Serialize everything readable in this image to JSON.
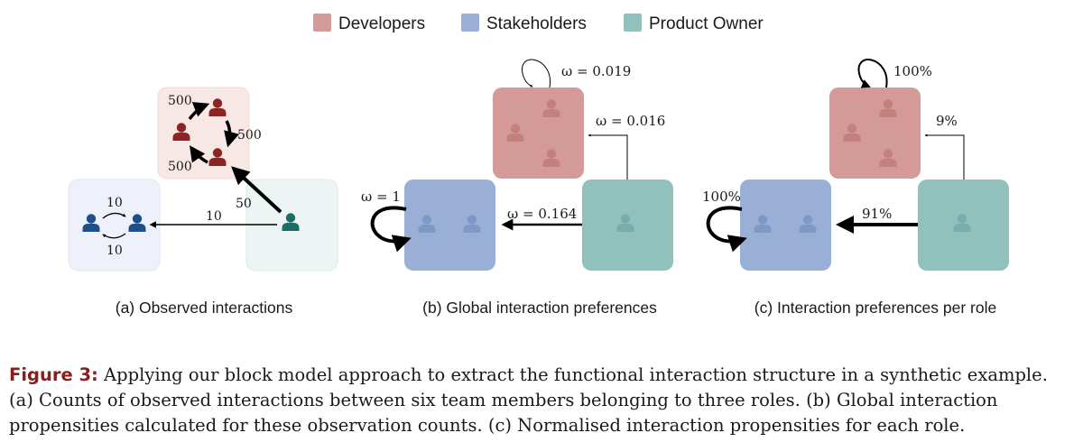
{
  "legend": [
    {
      "label": "Developers",
      "color": "#d49a97"
    },
    {
      "label": "Stakeholders",
      "color": "#9aafd6"
    },
    {
      "label": "Product Owner",
      "color": "#91c1bd"
    }
  ],
  "colors": {
    "dev_person": "#8e2323",
    "stake_person": "#1f4e8c",
    "po_person": "#1b6e66",
    "dev_bg_light": "#f7e8e6",
    "stake_bg_light": "#eef1fa",
    "po_bg_light": "#ecf5f3",
    "caption_accent": "#8b1d1d"
  },
  "panel_a": {
    "caption": "(a) Observed interactions",
    "dev_cycle_top": "500",
    "dev_cycle_right": "500",
    "dev_cycle_left": "500",
    "stake_top": "10",
    "stake_bottom": "10",
    "po_to_stake": "10",
    "po_to_dev": "50"
  },
  "panel_b": {
    "caption": "(b) Global interaction preferences",
    "dev_self": "ω = 0.019",
    "po_to_dev": "ω = 0.016",
    "stake_self": "ω = 1",
    "po_to_stake": "ω = 0.164"
  },
  "panel_c": {
    "caption": "(c) Interaction preferences per role",
    "dev_self": "100%",
    "po_to_dev": "9%",
    "stake_self": "100%",
    "po_to_stake": "91%"
  },
  "figure_caption": {
    "label": "Figure 3:",
    "text": " Applying our block model approach to extract the functional interaction structure in a synthetic example. (a) Counts of observed interactions between six team members belonging to three roles. (b) Global interaction propensities calculated for these observation counts. (c) Normalised interaction propensities for each role."
  }
}
